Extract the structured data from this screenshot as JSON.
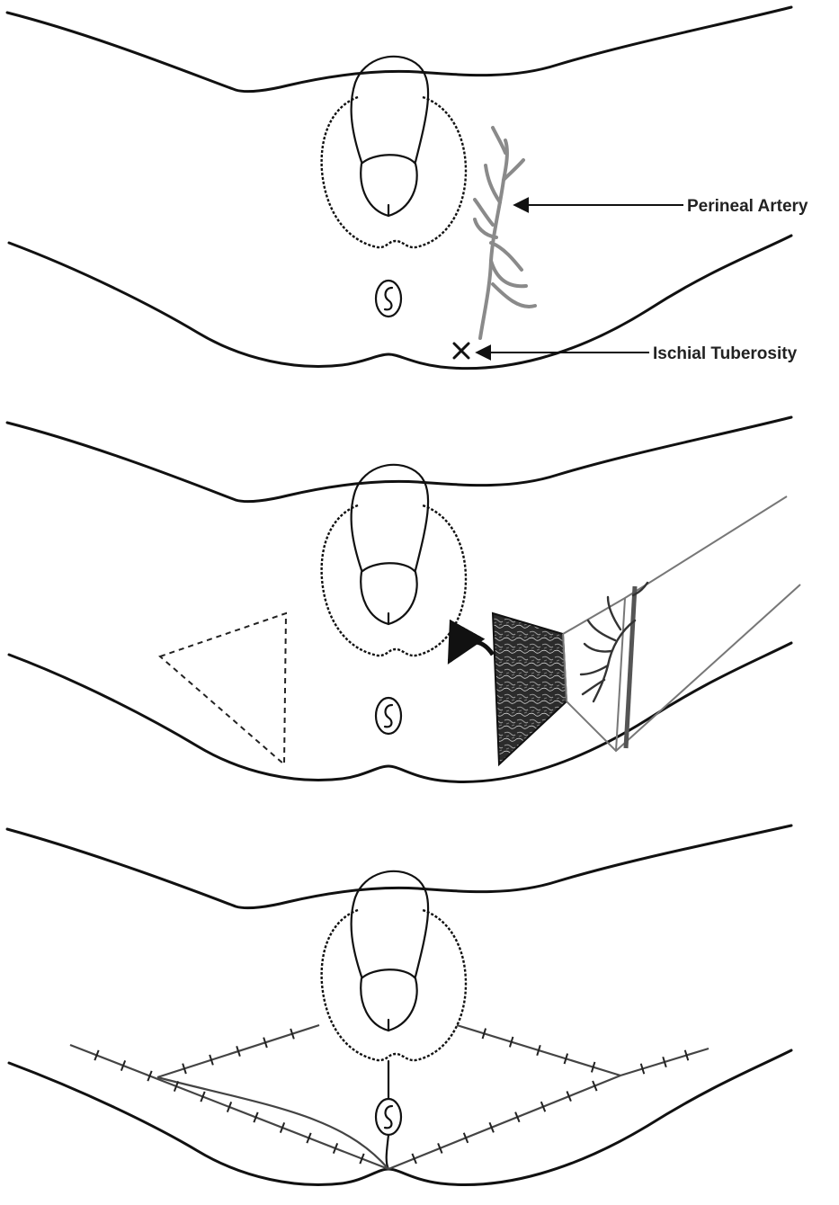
{
  "figure": {
    "panels": [
      {
        "id": "panel-1",
        "labels": [
          {
            "key": "perineal_artery",
            "text": "Perineal Artery"
          },
          {
            "key": "ischial_tuberosity",
            "text": "Ischial Tuberosity"
          }
        ]
      },
      {
        "id": "panel-2",
        "labels": []
      },
      {
        "id": "panel-3",
        "labels": []
      }
    ]
  },
  "labels": {
    "perineal_artery": "Perineal Artery",
    "ischial_tuberosity": "Ischial Tuberosity"
  },
  "colors": {
    "line": "#111111",
    "artery": "#8a8a8a",
    "flap_fill": "#2b2b2b",
    "background": "#ffffff"
  }
}
